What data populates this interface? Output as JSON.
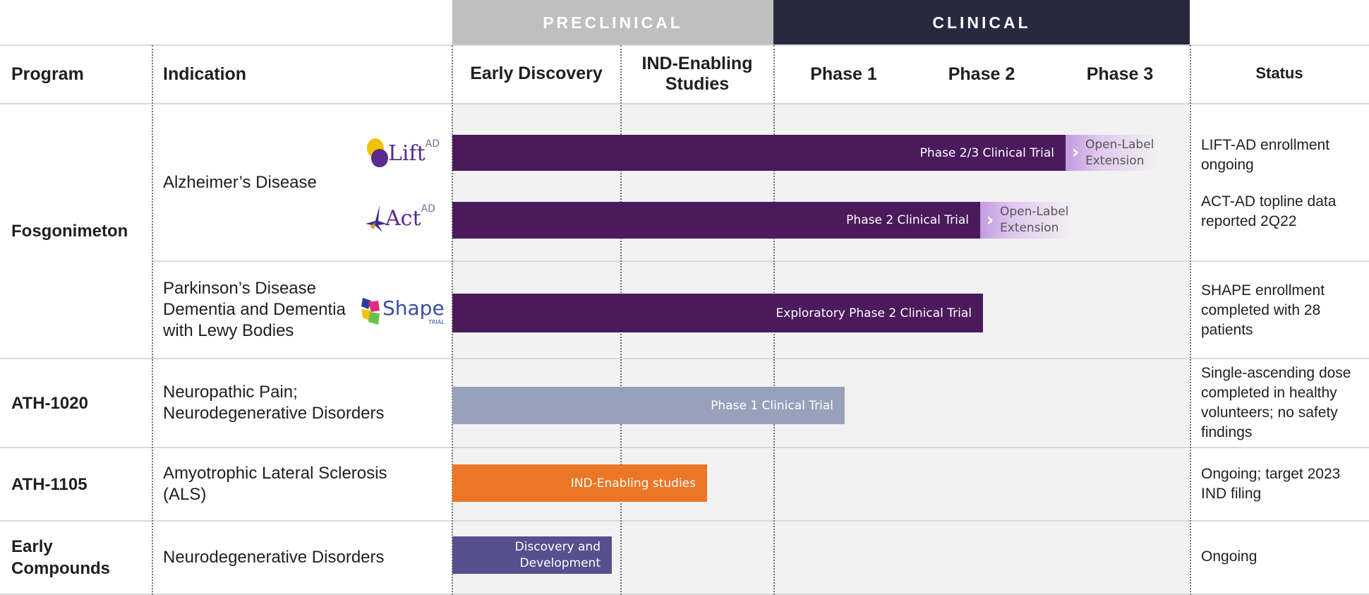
{
  "bands": {
    "preclinical": "PRECLINICAL",
    "clinical": "CLINICAL"
  },
  "headers": {
    "program": "Program",
    "indication": "Indication",
    "early_discovery": "Early Discovery",
    "ind_enabling": "IND-Enabling Studies",
    "phase1": "Phase 1",
    "phase2": "Phase 2",
    "phase3": "Phase 3",
    "status": "Status"
  },
  "programs": {
    "fosgonimeton": "Fosgonimeton",
    "ath1020": "ATH-1020",
    "ath1105": "ATH-1105",
    "early_compounds": "Early Compounds"
  },
  "indications": {
    "alzheimers": "Alzheimer’s Disease",
    "parkinsons": "Parkinson’s Disease Dementia and Dementia with Lewy Bodies",
    "neuropathic": "Neuropathic Pain; Neurodegenerative Disorders",
    "als": "Amyotrophic Lateral Sclerosis (ALS)",
    "neurodegenerative": "Neurodegenerative Disorders"
  },
  "logos": {
    "lift": {
      "main": "Lift",
      "sup": "AD"
    },
    "act": {
      "main": "Act",
      "sup": "AD"
    },
    "shape": {
      "main": "Shape",
      "sub": "TRIAL"
    }
  },
  "bars": {
    "lift": "Phase 2/3 Clinical Trial",
    "act": "Phase 2 Clinical Trial",
    "shape": "Exploratory Phase 2 Clinical Trial",
    "ath1020": "Phase 1 Clinical Trial",
    "ath1105": "IND-Enabling studies",
    "early": "Discovery and Development"
  },
  "extensions": {
    "lift": "Open-Label Extension",
    "act": "Open-Label Extension"
  },
  "statuses": {
    "lift": "LIFT-AD enrollment ongoing",
    "act": "ACT-AD topline data reported 2Q22",
    "shape": "SHAPE enrollment completed with 28 patients",
    "ath1020": "Single-ascending dose completed in healthy volunteers; no safety findings",
    "ath1105": "Ongoing; target 2023 IND filing",
    "early": "Ongoing"
  },
  "colors": {
    "fosgonimeton_bar": "#4a1a5c",
    "ath1020_bar": "#98a1ba",
    "ath1105_bar": "#eb7626",
    "early_bar": "#56508f",
    "preclinical_band": "#bfbfbf",
    "clinical_band": "#272a3f"
  }
}
